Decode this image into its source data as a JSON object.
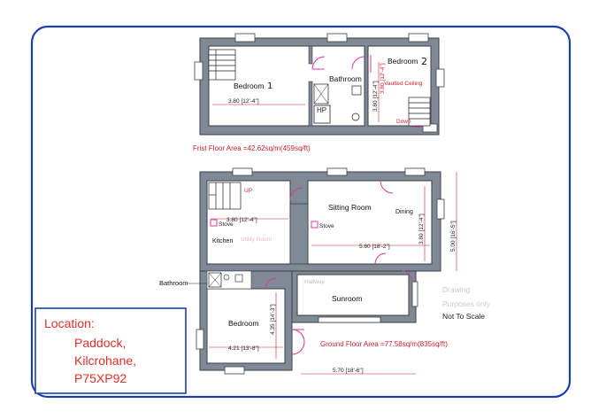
{
  "first_floor": {
    "rooms": {
      "bedroom1": "Bedroom",
      "bedroom1_number": "1",
      "bathroom": "Bathroom",
      "bedroom2": "Bedroom",
      "bedroom2_number": "2"
    },
    "labels": {
      "vaulted_ceiling": "Vaulted Ceiling",
      "down": "Down",
      "hp": "HP"
    },
    "dimensions": {
      "bedroom1_width": "3.80 [12'-4\"]",
      "bedroom2_height": "3.80 [12'-4\"]",
      "bedroom2_depth": "3.80 [12'-4\"]"
    },
    "area_text": "Frist Floor Area =42.62sq/m(459sq/ft)"
  },
  "ground_floor": {
    "rooms": {
      "kitchen": "Kitchen",
      "sitting_room": "Sitting Room",
      "dining": "Dining",
      "sunroom": "Sunroom",
      "bedroom": "Bedroom",
      "bathroom": "Bathroom"
    },
    "labels": {
      "up": "UP",
      "stove_kitchen": "Stove",
      "stove_sitting": "Stove",
      "hallway": "Hallway",
      "drawing": "Drawing",
      "purposes": "Purposes only",
      "not_to_scale": "Not To Scale",
      "utility_faint": "Utility Room"
    },
    "dimensions": {
      "kitchen_width": "3.80 [12'-4\"]",
      "sitting_width": "5.60 [18'-2\"]",
      "sitting_height": "3.80 [12'-4\"]",
      "total_height": "5.00 [16'-5\"]",
      "bedroom_width": "4.21 [13'-8\"]",
      "bedroom_height": "4.35 [14'-3\"]",
      "total_width": "5.70 [18'-6\"]"
    },
    "area_text": "Ground Floor Area =77.58sq/m(835sq/ft)"
  },
  "location": {
    "heading": "Location:",
    "line1": "Paddock,",
    "line2": "Kilcrohane,",
    "line3": "P75XP92"
  },
  "colors": {
    "wall": "#808a96",
    "wall_edge": "#3a3f46",
    "frame": "#1c3fae",
    "door": "#d63a9a",
    "dim_red": "#cc2030"
  }
}
